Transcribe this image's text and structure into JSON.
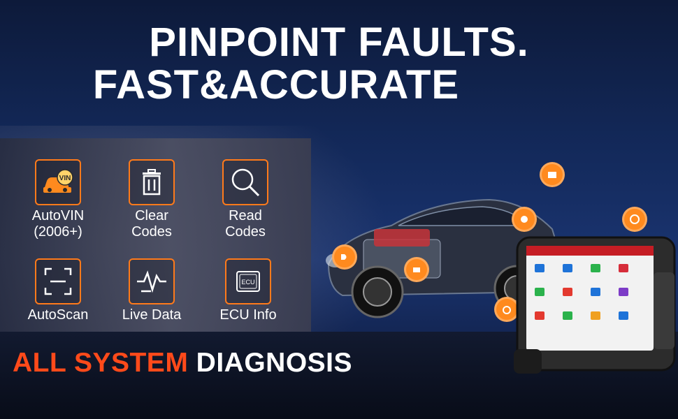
{
  "headline": {
    "line1": "PINPOINT FAULTS.",
    "line2": "FAST&ACCURATE"
  },
  "features": [
    {
      "icon": "autovin-icon",
      "line1": "AutoVIN",
      "line2": "(2006+)",
      "icon_text": "VIN"
    },
    {
      "icon": "trash-icon",
      "line1": "Clear",
      "line2": "Codes"
    },
    {
      "icon": "magnifier-icon",
      "line1": "Read",
      "line2": "Codes"
    },
    {
      "icon": "scan-frame-icon",
      "line1": "AutoScan",
      "line2": ""
    },
    {
      "icon": "live-data-icon",
      "line1": "Live Data",
      "line2": ""
    },
    {
      "icon": "ecu-icon",
      "line1": "ECU Info",
      "line2": "",
      "icon_text": "ECU"
    }
  ],
  "tagline": {
    "highlight": "ALL SYSTEM",
    "rest": "DIAGNOSIS"
  },
  "colors": {
    "accent": "#ff7a1a",
    "tagline_red": "#ff4a1a",
    "background": "#13295a"
  }
}
